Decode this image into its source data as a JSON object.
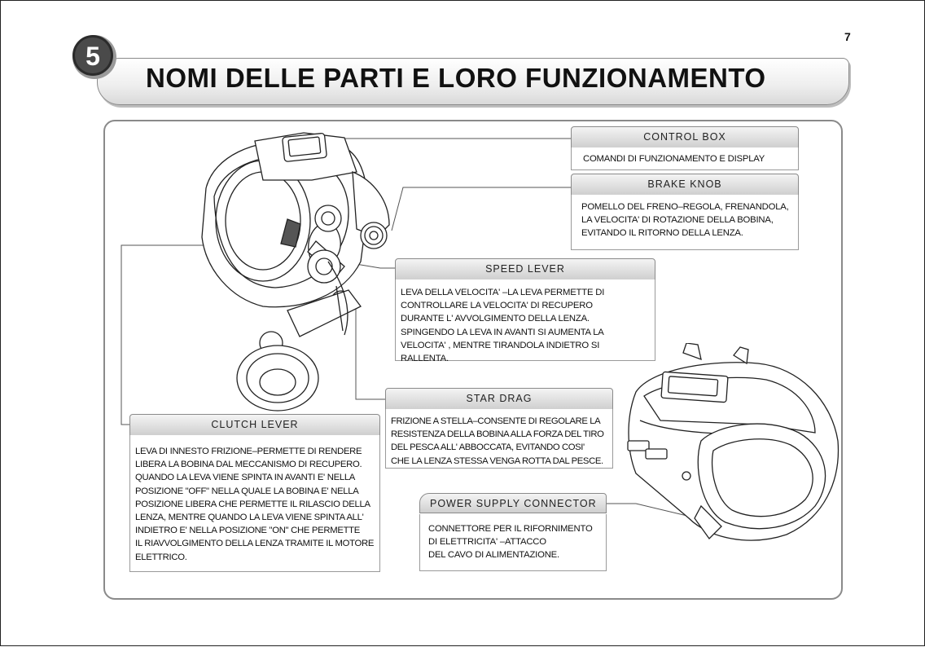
{
  "page_number": "7",
  "section_number": "5",
  "title": "NOMI DELLE PARTI E LORO FUNZIONAMENTO",
  "parts": {
    "control_box": {
      "name": "CONTROL BOX",
      "lines": [
        "COMANDI DI FUNZIONAMENTO E DISPLAY"
      ]
    },
    "brake_knob": {
      "name": "BRAKE KNOB",
      "lines": [
        "POMELLO DEL FRENO–REGOLA, FRENANDOLA,",
        "LA VELOCITA' DI ROTAZIONE DELLA BOBINA,",
        "EVITANDO IL RITORNO DELLA LENZA."
      ]
    },
    "speed_lever": {
      "name": "SPEED LEVER",
      "lines": [
        "LEVA DELLA VELOCITA' –LA LEVA PERMETTE DI",
        "CONTROLLARE LA VELOCITA' DI RECUPERO",
        "DURANTE L' AVVOLGIMENTO DELLA LENZA.",
        "SPINGENDO LA LEVA IN AVANTI SI AUMENTA LA",
        "VELOCITA' , MENTRE TIRANDOLA INDIETRO SI RALLENTA."
      ]
    },
    "star_drag": {
      "name": "STAR DRAG",
      "lines": [
        "FRIZIONE A STELLA–CONSENTE DI REGOLARE LA",
        "RESISTENZA DELLA BOBINA ALLA FORZA DEL TIRO",
        "DEL PESCA ALL' ABBOCCATA, EVITANDO COSI'",
        "CHE LA LENZA STESSA VENGA ROTTA DAL PESCE."
      ]
    },
    "clutch_lever": {
      "name": "CLUTCH LEVER",
      "lines": [
        "LEVA DI INNESTO FRIZIONE–PERMETTE DI RENDERE",
        "LIBERA LA BOBINA DAL MECCANISMO DI RECUPERO.",
        "QUANDO LA LEVA VIENE SPINTA IN AVANTI E' NELLA",
        "POSIZIONE \"OFF\" NELLA QUALE LA BOBINA E' NELLA",
        "POSIZIONE LIBERA CHE PERMETTE IL RILASCIO DELLA",
        "LENZA, MENTRE QUANDO LA LEVA VIENE SPINTA ALL'",
        "INDIETRO E' NELLA POSIZIONE \"ON\" CHE PERMETTE",
        "IL RIAVVOLGIMENTO DELLA LENZA TRAMITE IL MOTORE",
        "ELETTRICO."
      ]
    },
    "power_supply_connector": {
      "name": "POWER SUPPLY CONNECTOR",
      "lines": [
        "CONNETTORE PER IL RIFORNIMENTO",
        "DI ELETTRICITA' –ATTACCO",
        "DEL CAVO DI ALIMENTAZIONE."
      ]
    }
  }
}
